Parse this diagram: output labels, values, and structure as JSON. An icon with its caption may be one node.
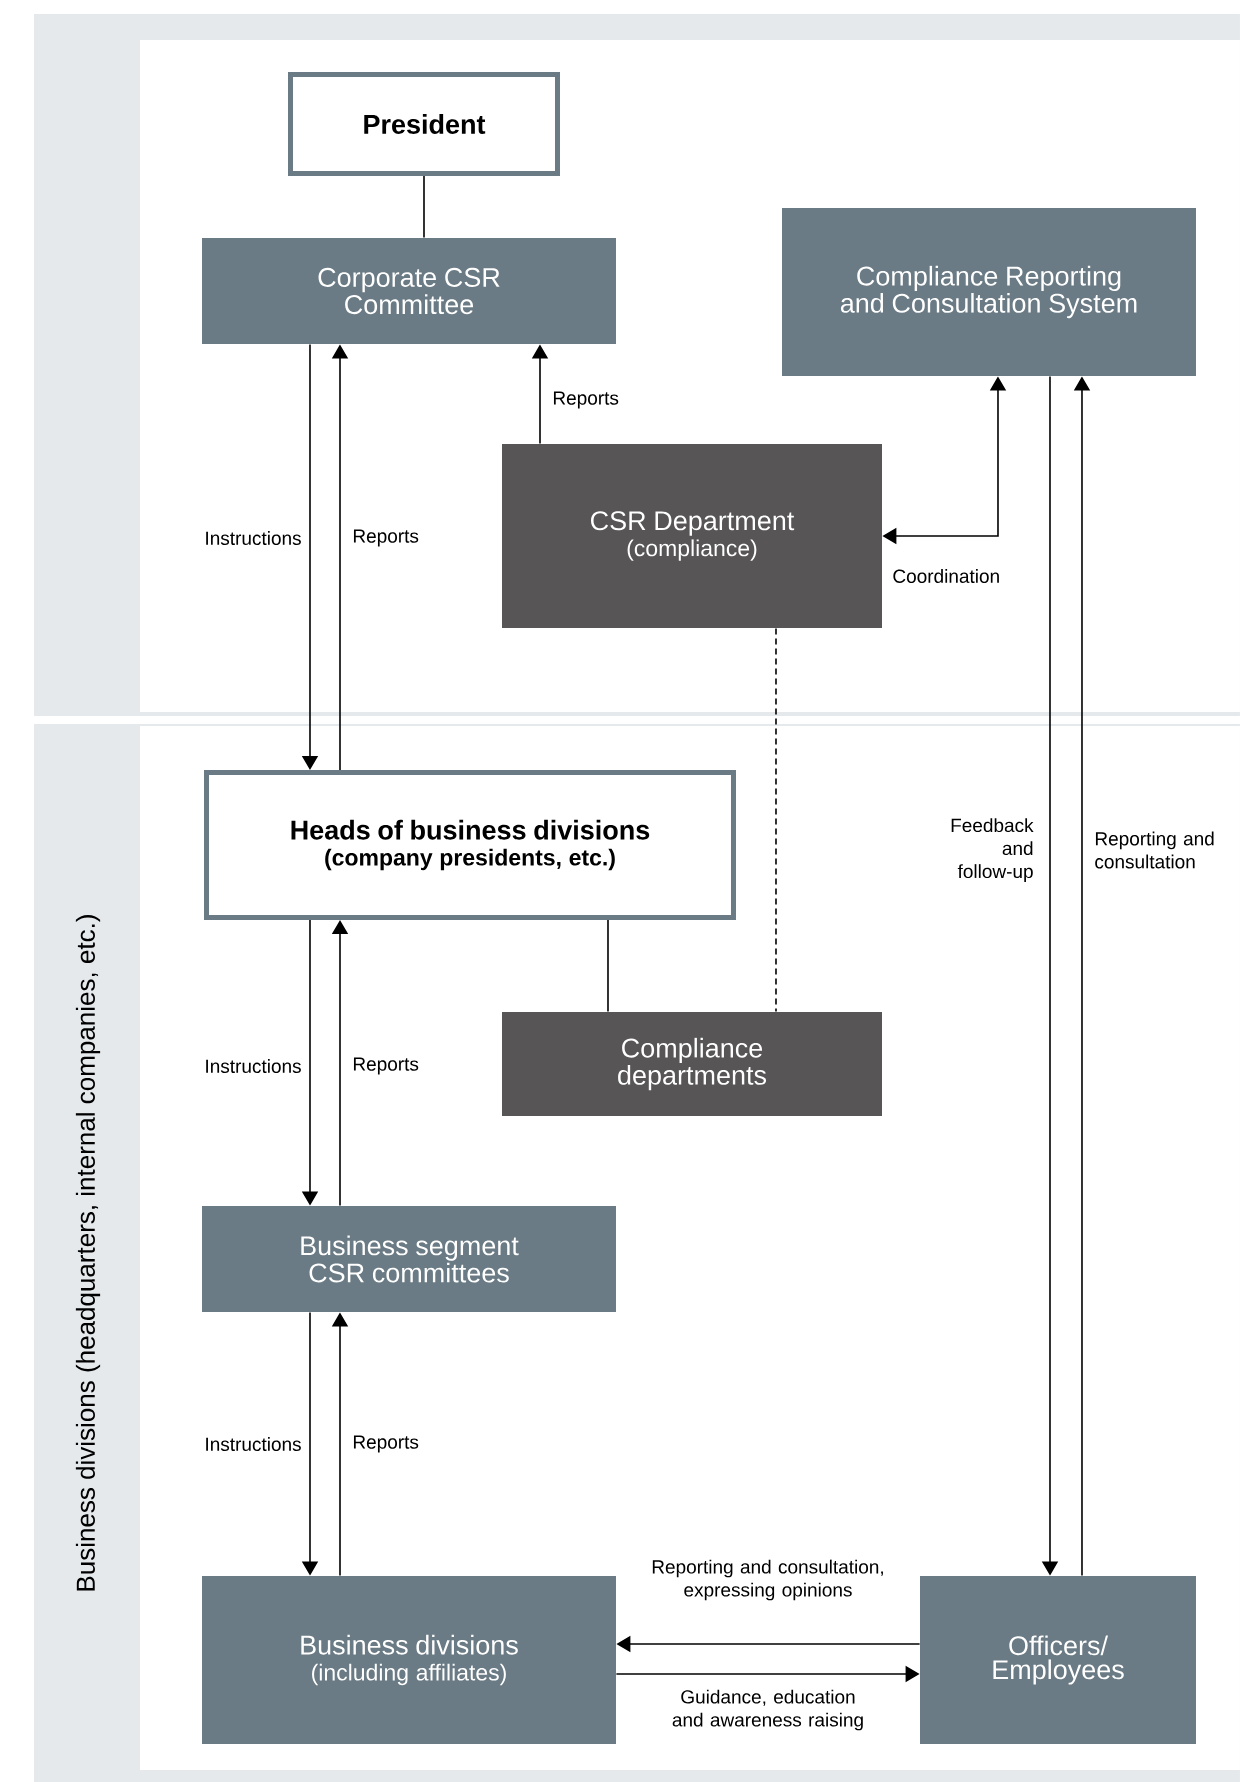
{
  "diagram": {
    "nodes": [
      {
        "text": [],
        "shape": "band"
      },
      {
        "text": [
          "Business divisions (headquarters, internal companies, etc.)"
        ]
      },
      {
        "text": [
          "President"
        ],
        "in": 0
      },
      {
        "text": [
          "Corporate CSR Committee"
        ],
        "in": 0
      },
      {
        "text": [
          "Compliance Reporting and Consultation System"
        ],
        "in": 0
      },
      {
        "text": [
          "CSR Department",
          "(compliance)"
        ],
        "in": 0
      },
      {
        "text": [
          "Heads of business divisions",
          "(company presidents, etc.)"
        ],
        "in": 1
      },
      {
        "text": [
          "Compliance departments"
        ],
        "in": 1
      },
      {
        "text": [
          "Business segment CSR committees"
        ],
        "in": 1
      },
      {
        "text": [
          "Business divisions",
          "(including affiliates)"
        ],
        "in": 1
      },
      {
        "text": [
          "Officers/ Employees"
        ],
        "in": 1
      }
    ],
    "edges": [
      {
        "from": 2,
        "to": 3,
        "arrow": "none"
      },
      {
        "from": 3,
        "to": 6,
        "arrow": "to",
        "label": "Instructions"
      },
      {
        "from": 6,
        "to": 3,
        "arrow": "to",
        "label": "Reports"
      },
      {
        "from": 5,
        "to": 3,
        "arrow": "to",
        "label": "Reports"
      },
      {
        "from": 5,
        "to": 4,
        "arrow": "both",
        "label": "Coordination"
      },
      {
        "from": 4,
        "to": 10,
        "arrow": "to",
        "label": "Feedback and follow-up"
      },
      {
        "from": 10,
        "to": 4,
        "arrow": "to",
        "label": "Reporting and consultation"
      },
      {
        "from": 5,
        "to": 7,
        "arrow": "none",
        "style": "dashed"
      },
      {
        "from": 6,
        "to": 7,
        "arrow": "none"
      },
      {
        "from": 6,
        "to": 8,
        "arrow": "to",
        "label": "Instructions"
      },
      {
        "from": 8,
        "to": 6,
        "arrow": "to",
        "label": "Reports"
      },
      {
        "from": 8,
        "to": 9,
        "arrow": "to",
        "label": "Instructions"
      },
      {
        "from": 9,
        "to": 8,
        "arrow": "to",
        "label": "Reports"
      },
      {
        "from": 10,
        "to": 9,
        "arrow": "to",
        "label": "Reporting and consultation, expressing opinions"
      },
      {
        "from": 9,
        "to": 10,
        "arrow": "to",
        "label": "Guidance, education and awareness raising"
      }
    ]
  }
}
